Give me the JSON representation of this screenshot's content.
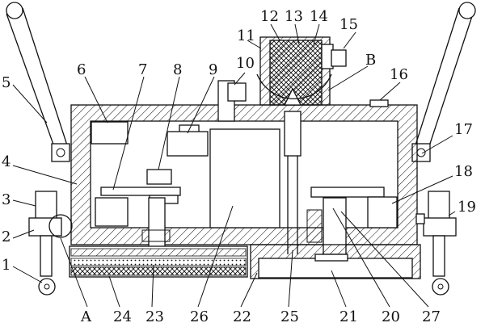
{
  "figure": {
    "labels": [
      "1",
      "2",
      "3",
      "4",
      "5",
      "6",
      "7",
      "8",
      "9",
      "10",
      "11",
      "12",
      "13",
      "14",
      "15",
      "16",
      "17",
      "18",
      "19",
      "20",
      "21",
      "22",
      "23",
      "24",
      "25",
      "26",
      "27"
    ],
    "detail_labels": [
      "A",
      "B"
    ]
  }
}
